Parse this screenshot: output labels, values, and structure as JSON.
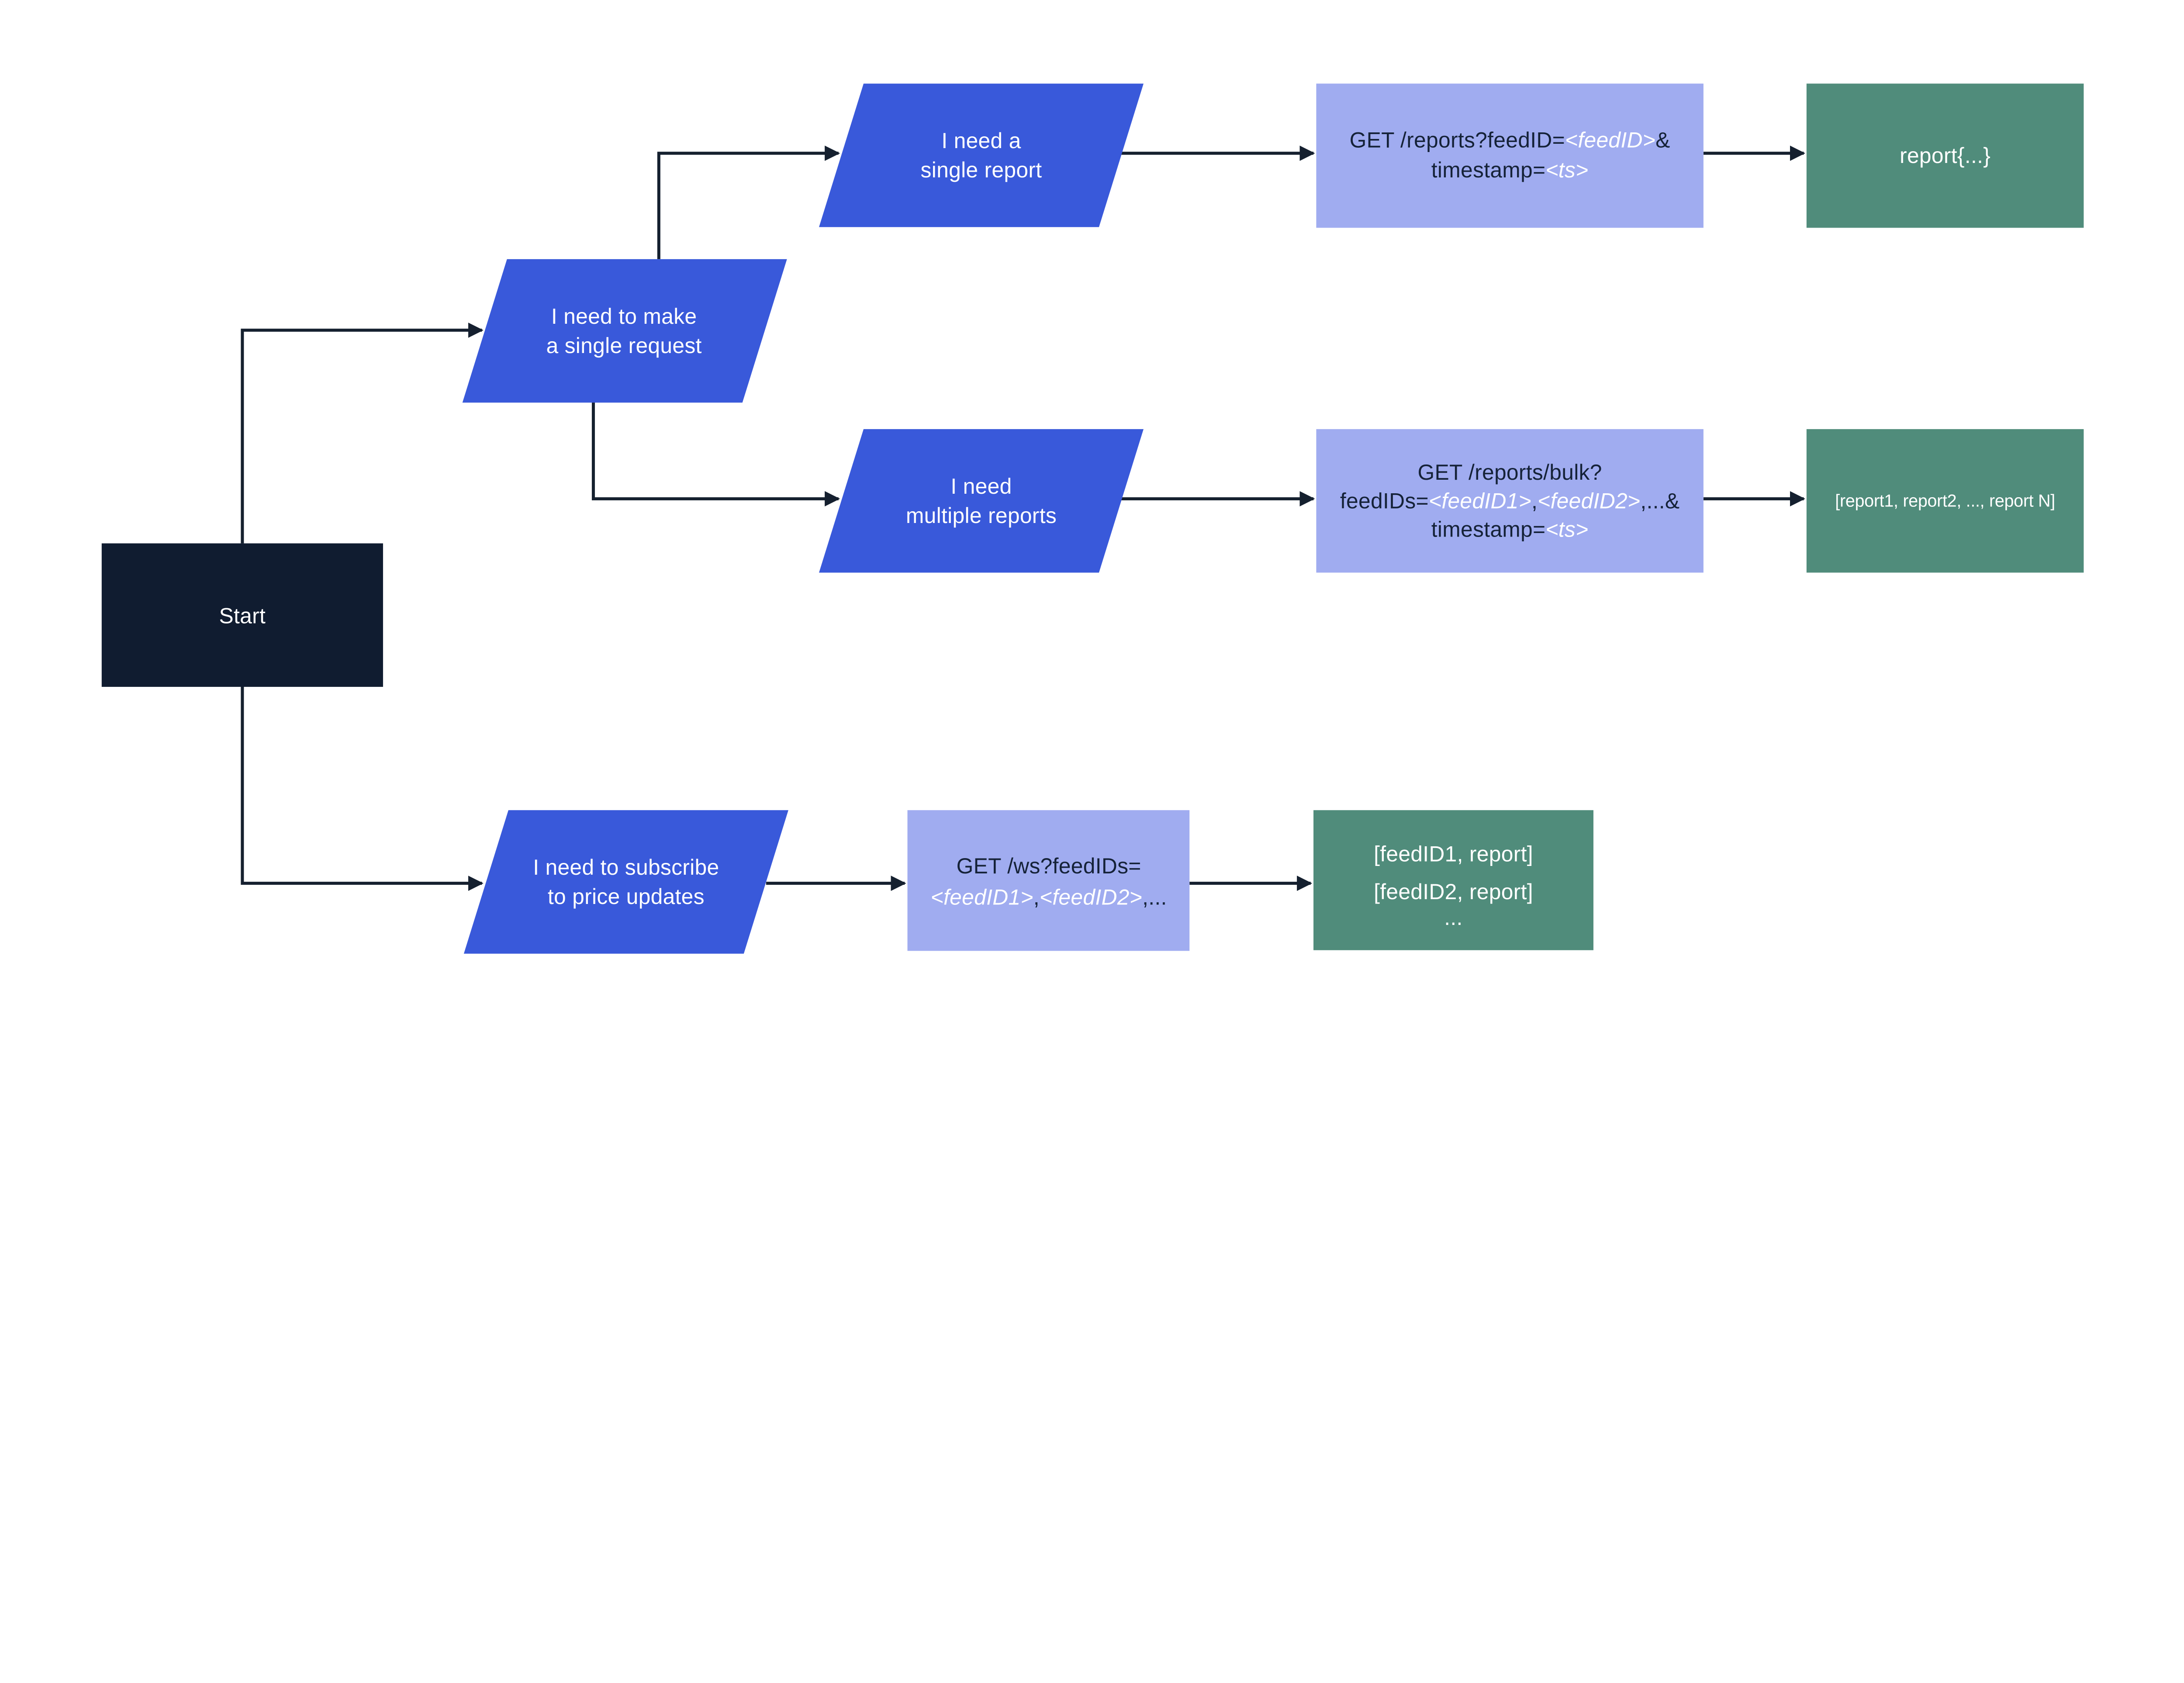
{
  "diagram": {
    "colors": {
      "navy": "#101C30",
      "blue": "#3959DA",
      "periwinkle": "#A0ACF0",
      "green": "#508C7B",
      "line": "#15202F",
      "text_dark": "#152238",
      "text_light": "#FFFFFF"
    },
    "nodes": {
      "start": {
        "label": "Start"
      },
      "single_request": {
        "line1": "I need to make",
        "line2": "a single request"
      },
      "single_report": {
        "line1": "I need a",
        "line2": "single report"
      },
      "multiple_reports": {
        "line1": "I need",
        "line2": "multiple reports"
      },
      "subscribe": {
        "line1": "I need to subscribe",
        "line2": "to price updates"
      },
      "get_single": {
        "line1": [
          {
            "t": "GET /reports?feedID="
          },
          {
            "t": "<feedID>"
          },
          {
            "t": "&"
          }
        ],
        "line2": [
          {
            "t": "timestamp="
          },
          {
            "t": "<ts>"
          }
        ]
      },
      "get_bulk": {
        "line1": [
          {
            "t": "GET /reports/bulk?"
          }
        ],
        "line2": [
          {
            "t": "feedIDs="
          },
          {
            "t": "<feedID1>"
          },
          {
            "t": ","
          },
          {
            "t": "<feedID2>"
          },
          {
            "t": ",...&"
          }
        ],
        "line3": [
          {
            "t": "timestamp="
          },
          {
            "t": "<ts>"
          }
        ]
      },
      "get_ws": {
        "line1": [
          {
            "t": "GET /ws?feedIDs="
          }
        ],
        "line2": [
          {
            "t": "<feedID1>"
          },
          {
            "t": ","
          },
          {
            "t": "<feedID2>"
          },
          {
            "t": ",..."
          }
        ]
      },
      "report_single": {
        "label": "report{...}"
      },
      "report_bulk": {
        "label": "[report1, report2, ..., report N]"
      },
      "ws_stream": {
        "line1": "[feedID1, report]",
        "line2": "[feedID2, report]",
        "line3": "..."
      }
    }
  }
}
